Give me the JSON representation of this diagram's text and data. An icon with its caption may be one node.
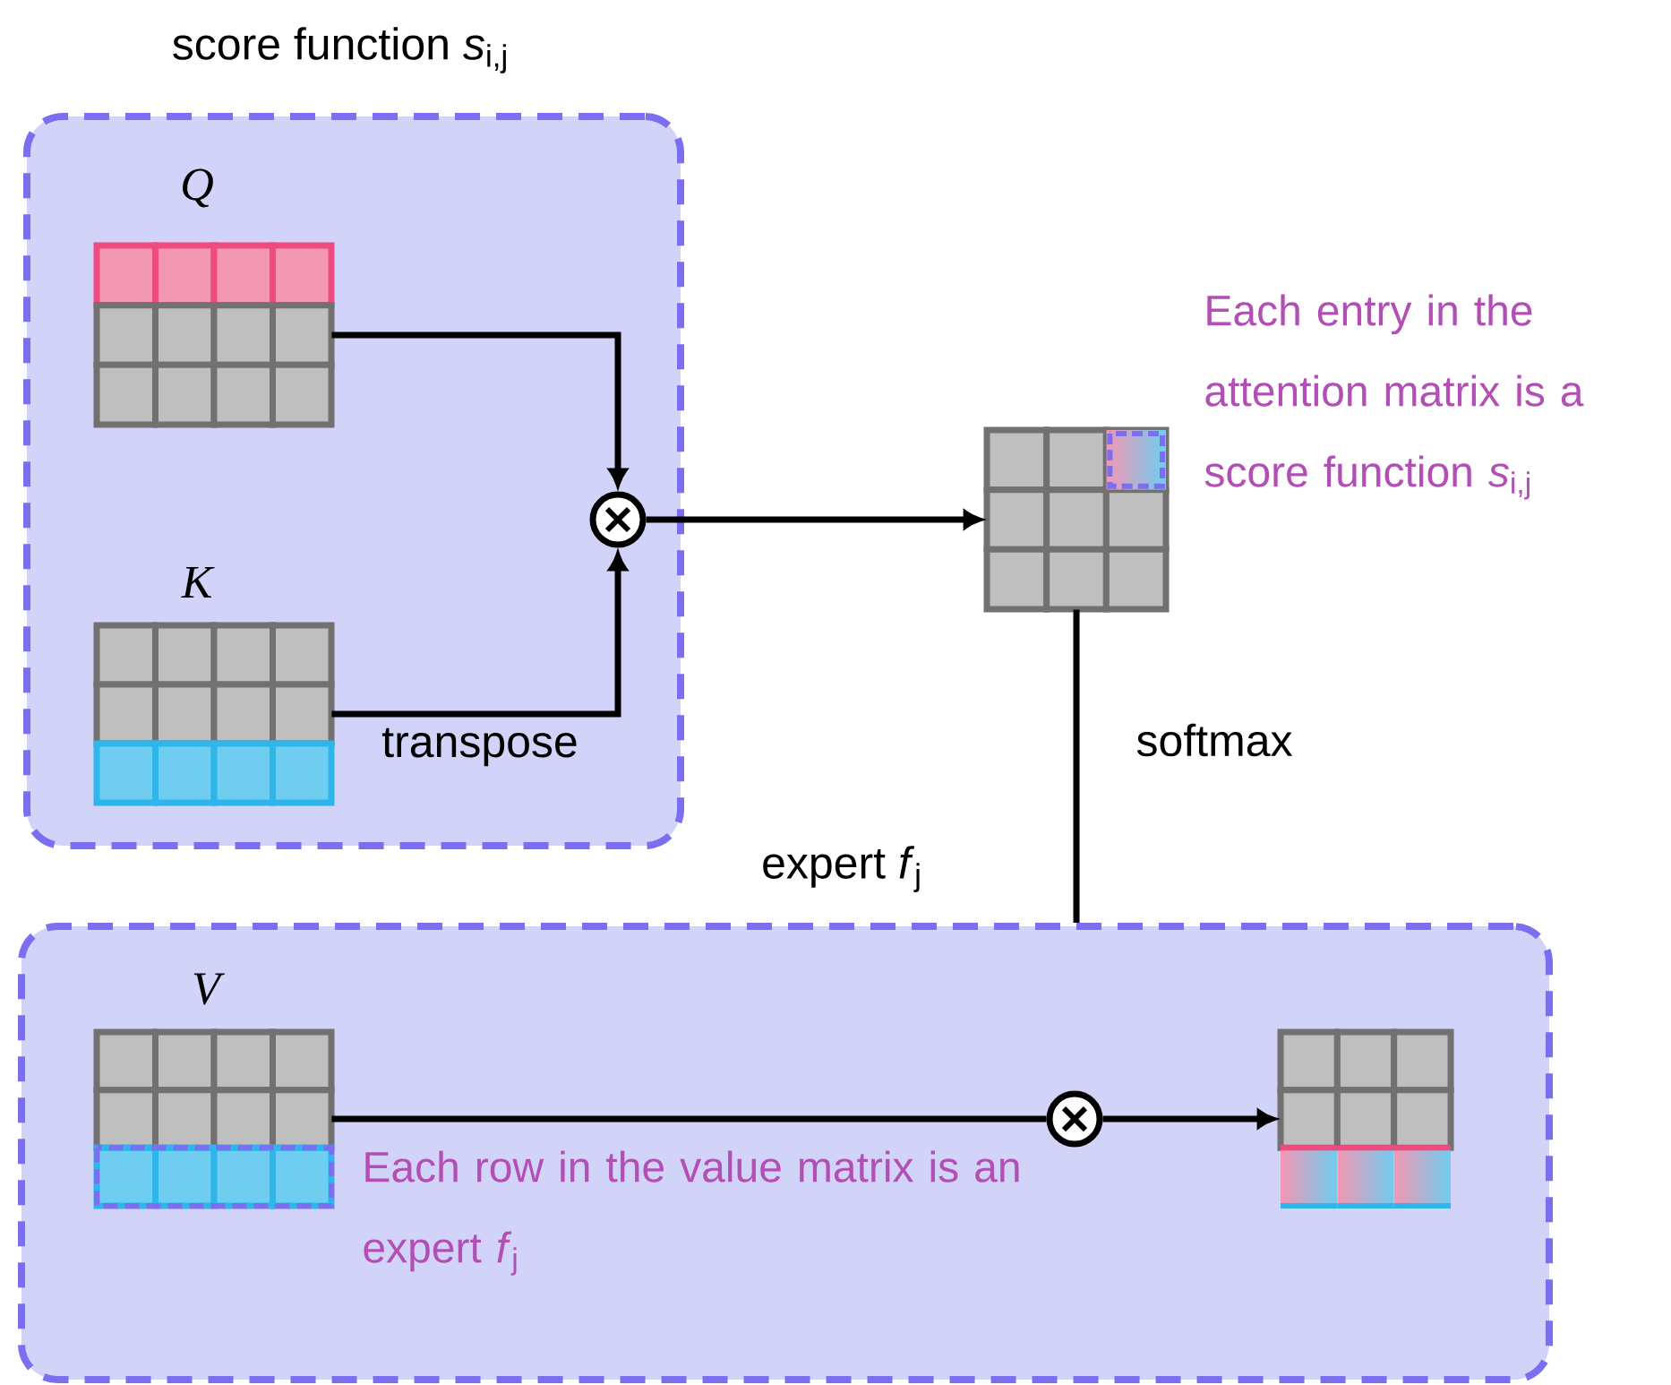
{
  "diagram": {
    "nodes": [
      {
        "text": [
          "score function *s*$_{i,j}$"
        ]
      },
      {
        "text": [
          "Q"
        ],
        "in": 0
      },
      {
        "text": [
          "K"
        ],
        "in": 0
      },
      {
        "text": [],
        "shape": "circle",
        "in": 0
      },
      {
        "text": [],
        "shape": "box",
        "beside": [
          "Each entry in the attention matrix is a score function *s*$_{i,j}$"
        ]
      },
      {
        "text": [
          "expert *f*$_{j}$"
        ]
      },
      {
        "text": [
          "V"
        ],
        "in": 5
      },
      {
        "text": [],
        "shape": "circle",
        "in": 5
      },
      {
        "text": [],
        "shape": "box",
        "in": 5
      }
    ],
    "edges": [
      {
        "from": 1,
        "to": 3,
        "arrow": "to"
      },
      {
        "from": 2,
        "to": 3,
        "arrow": "to",
        "label": "transpose"
      },
      {
        "from": 3,
        "to": 4,
        "arrow": "to"
      },
      {
        "from": 4,
        "to": 5,
        "arrow": "none",
        "label": "softmax"
      },
      {
        "from": 6,
        "to": 7,
        "arrow": "none"
      },
      {
        "from": 7,
        "to": 8,
        "arrow": "to"
      }
    ],
    "labels": [
      "Each row in the value matrix is an expert *f*$_{j}$"
    ]
  }
}
